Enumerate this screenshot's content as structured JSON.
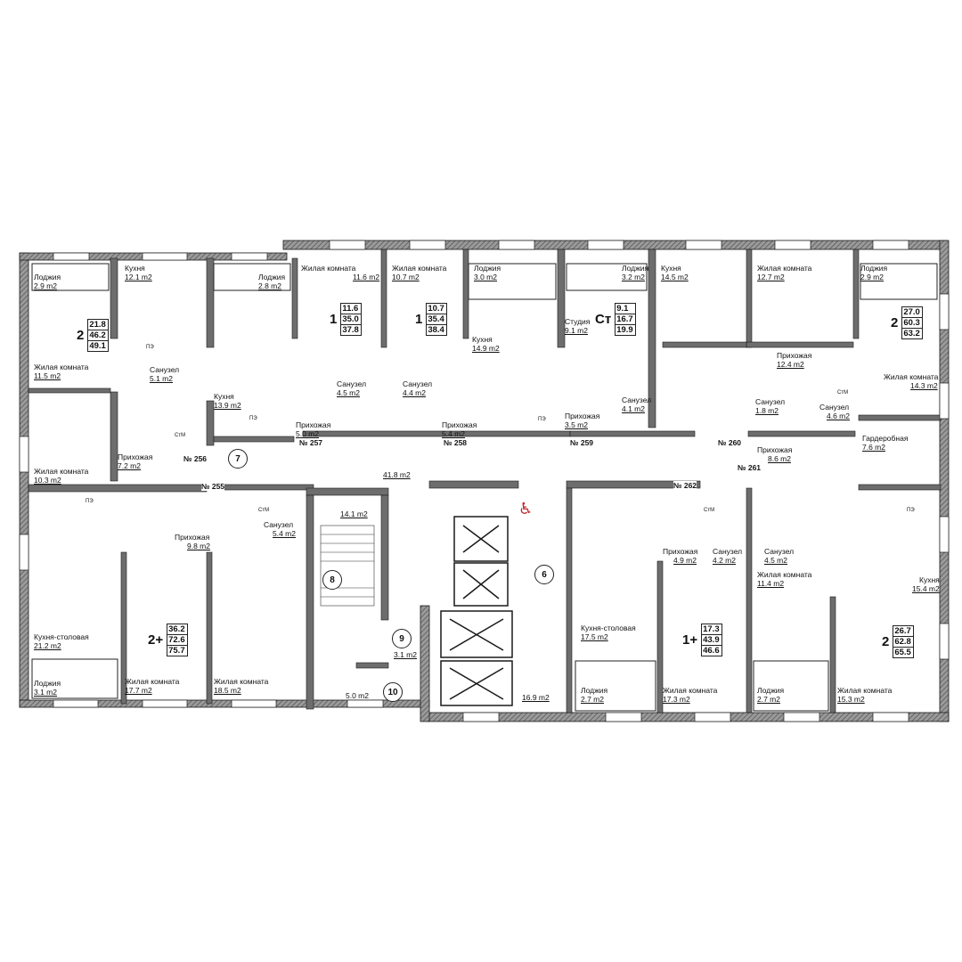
{
  "rooms": [
    {
      "id": "r1",
      "name": "Лоджия",
      "area": "2.9 m2"
    },
    {
      "id": "r2",
      "name": "Кухня",
      "area": "12.1 m2"
    },
    {
      "id": "r3",
      "name": "Жилая комната",
      "area": "11.5 m2"
    },
    {
      "id": "r4",
      "name": "Санузел",
      "area": "5.1 m2"
    },
    {
      "id": "r5",
      "name": "Лоджия",
      "area": "2.8 m2"
    },
    {
      "id": "r6",
      "name": "Кухня",
      "area": "13.9 m2"
    },
    {
      "id": "r7",
      "name": "Жилая комната",
      "area": "11.6 m2"
    },
    {
      "id": "r8",
      "name": "Жилая комната",
      "area": "10.7 m2"
    },
    {
      "id": "r9",
      "name": "Санузел",
      "area": "4.5 m2"
    },
    {
      "id": "r10",
      "name": "Санузел",
      "area": "4.4 m2"
    },
    {
      "id": "r11",
      "name": "Прихожая",
      "area": "5.0 m2"
    },
    {
      "id": "r12",
      "name": "Прихожая",
      "area": "5.4 m2"
    },
    {
      "id": "r13",
      "name": "Лоджия",
      "area": "3.0 m2"
    },
    {
      "id": "r14",
      "name": "Кухня",
      "area": "14.9 m2"
    },
    {
      "id": "r15",
      "name": "Лоджия",
      "area": "3.2 m2"
    },
    {
      "id": "r16",
      "name": "Студия",
      "area": "9.1 m2"
    },
    {
      "id": "r17",
      "name": "Прихожая",
      "area": "3.5 m2"
    },
    {
      "id": "r18",
      "name": "Санузел",
      "area": "4.1 m2"
    },
    {
      "id": "r19",
      "name": "Кухня",
      "area": "14.5 m2"
    },
    {
      "id": "r20",
      "name": "Жилая комната",
      "area": "12.7 m2"
    },
    {
      "id": "r21",
      "name": "Лоджия",
      "area": "2.9 m2"
    },
    {
      "id": "r22",
      "name": "Прихожая",
      "area": "12.4 m2"
    },
    {
      "id": "r23",
      "name": "Жилая комната",
      "area": "14.3 m2"
    },
    {
      "id": "r24",
      "name": "Санузел",
      "area": "1.8 m2"
    },
    {
      "id": "r25",
      "name": "Санузел",
      "area": "4.6 m2"
    },
    {
      "id": "r26",
      "name": "Гардеробная",
      "area": "7.6 m2"
    },
    {
      "id": "r27",
      "name": "Прихожая",
      "area": "8.6 m2"
    },
    {
      "id": "r28",
      "name": "Жилая комната",
      "area": "10.3 m2"
    },
    {
      "id": "r29",
      "name": "Прихожая",
      "area": "7.2 m2"
    },
    {
      "id": "r30",
      "name": "Прихожая",
      "area": "9.8 m2"
    },
    {
      "id": "r31",
      "name": "Санузел",
      "area": "5.4 m2"
    },
    {
      "id": "r32",
      "name": "Кухня-столовая",
      "area": "21.2 m2"
    },
    {
      "id": "r33",
      "name": "Лоджия",
      "area": "3.1 m2"
    },
    {
      "id": "r34",
      "name": "Жилая комната",
      "area": "17.7 m2"
    },
    {
      "id": "r35",
      "name": "Жилая комната",
      "area": "18.5 m2"
    },
    {
      "id": "r36",
      "name": "Прихожая",
      "area": "4.9 m2"
    },
    {
      "id": "r37",
      "name": "Санузел",
      "area": "4.2 m2"
    },
    {
      "id": "r38",
      "name": "Санузел",
      "area": "4.5 m2"
    },
    {
      "id": "r39",
      "name": "Жилая комната",
      "area": "11.4 m2"
    },
    {
      "id": "r40",
      "name": "Кухня",
      "area": "15.4 m2"
    },
    {
      "id": "r41",
      "name": "Кухня-столовая",
      "area": "17.5 m2"
    },
    {
      "id": "r42",
      "name": "Лоджия",
      "area": "2.7 m2"
    },
    {
      "id": "r43",
      "name": "Жилая комната",
      "area": "17.3 m2"
    },
    {
      "id": "r44",
      "name": "Лоджия",
      "area": "2.7 m2"
    },
    {
      "id": "r45",
      "name": "Жилая комната",
      "area": "15.3 m2"
    }
  ],
  "common_areas": [
    {
      "id": "c1",
      "area": "41.8 m2"
    },
    {
      "id": "c2",
      "area": "14.1 m2"
    },
    {
      "id": "c3",
      "area": "3.1 m2"
    },
    {
      "id": "c4",
      "area": "5.0 m2"
    },
    {
      "id": "c5",
      "area": "16.9 m2"
    }
  ],
  "apartments": [
    {
      "id": "a1",
      "type": "2",
      "values": [
        "21.8",
        "46.2",
        "49.1"
      ]
    },
    {
      "id": "a2",
      "type": "1",
      "values": [
        "11.6",
        "35.0",
        "37.8"
      ]
    },
    {
      "id": "a3",
      "type": "1",
      "values": [
        "10.7",
        "35.4",
        "38.4"
      ]
    },
    {
      "id": "a4",
      "type": "Ст",
      "values": [
        "9.1",
        "16.7",
        "19.9"
      ]
    },
    {
      "id": "a5",
      "type": "2",
      "values": [
        "27.0",
        "60.3",
        "63.2"
      ]
    },
    {
      "id": "a6",
      "type": "2+",
      "values": [
        "36.2",
        "72.6",
        "75.7"
      ]
    },
    {
      "id": "a7",
      "type": "1+",
      "values": [
        "17.3",
        "43.9",
        "46.6"
      ]
    },
    {
      "id": "a8",
      "type": "2",
      "values": [
        "26.7",
        "62.8",
        "65.5"
      ]
    }
  ],
  "unit_numbers": [
    "№ 256",
    "№ 255",
    "№ 257",
    "№ 258",
    "№ 259",
    "№ 260",
    "№ 261",
    "№ 262"
  ],
  "markers": [
    "7",
    "8",
    "9",
    "10",
    "6"
  ],
  "fixture_labels": {
    "stove": "ПЭ",
    "washer": "СтМ"
  },
  "colors": {
    "wall": "#6d6d6d",
    "wall_edge": "#1a1a1a",
    "accessible": "#c1272d"
  }
}
